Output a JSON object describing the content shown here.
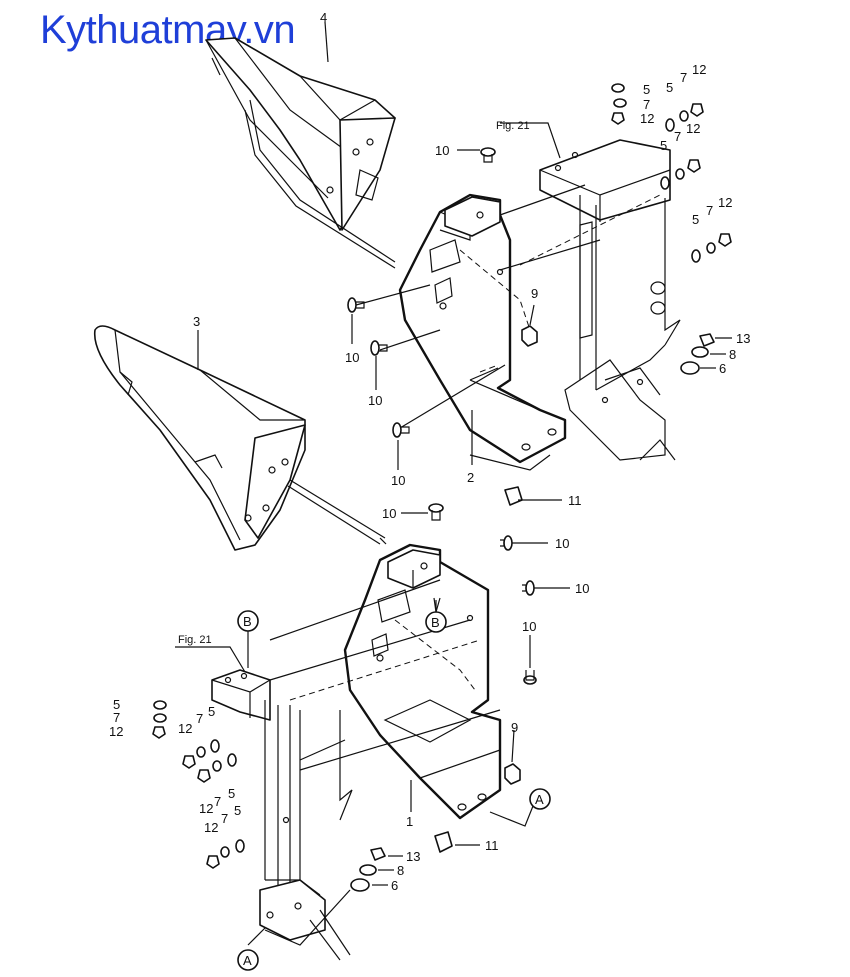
{
  "site": {
    "watermark": "Kythuatmay.vn"
  },
  "callouts": {
    "fig21": "Fig. 21",
    "ref_a": "A",
    "ref_b": "B"
  },
  "parts": {
    "p1": "1",
    "p2": "2",
    "p3": "3",
    "p4": "4",
    "p5": "5",
    "p6": "6",
    "p7": "7",
    "p8": "8",
    "p9": "9",
    "p10": "10",
    "p11": "11",
    "p12": "12",
    "p13": "13"
  },
  "colors": {
    "watermark": "#1f3fd8",
    "line": "#111111"
  }
}
